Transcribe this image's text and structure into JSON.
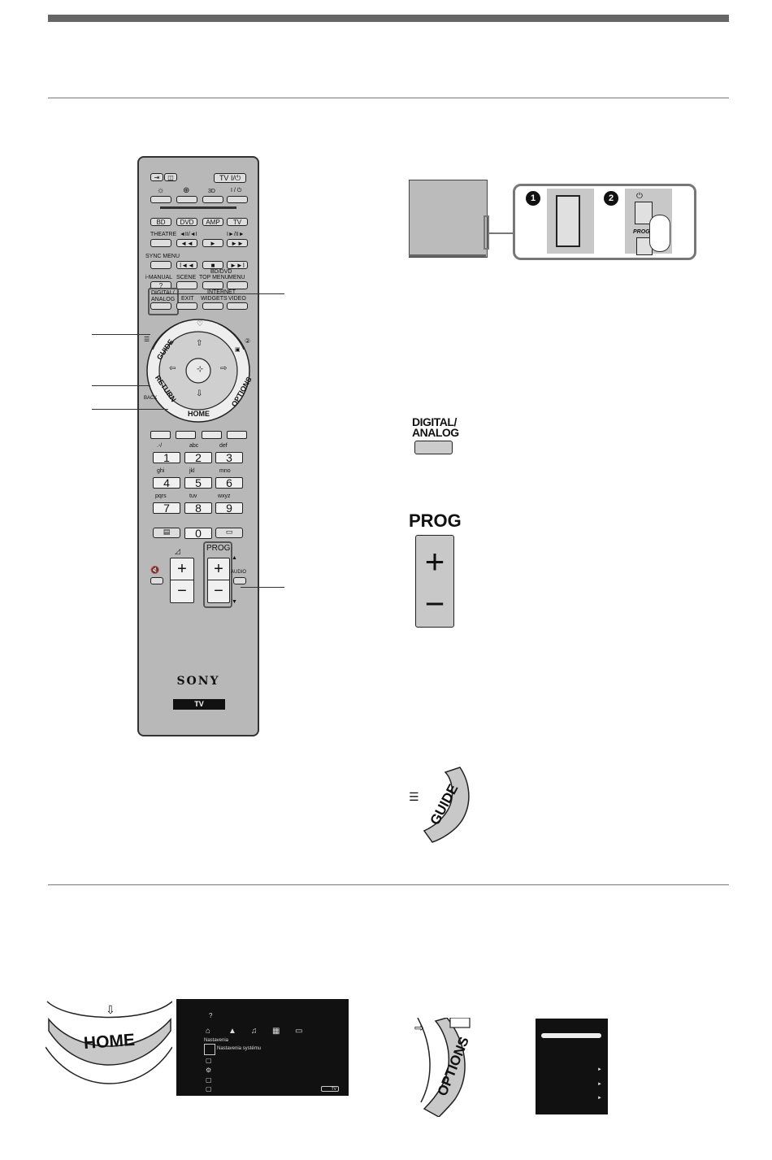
{
  "remote": {
    "top_row": {
      "tv_power": "TV I/⏻"
    },
    "row2": {
      "three_d": "3D",
      "power": "I / ⏻"
    },
    "device_buttons": [
      "BD",
      "DVD",
      "AMP",
      "TV"
    ],
    "theatre": "THEATRE",
    "transport_labels": [
      "◄II/◄I",
      "I►/II►"
    ],
    "transport_buttons": [
      "◄◄",
      "►",
      "►►"
    ],
    "sync_menu": "SYNC MENU",
    "transport_buttons2": [
      "I◄◄",
      "■",
      "►►I"
    ],
    "bd_dvd": "BD/DVD",
    "row_labels": [
      "i-MANUAL",
      "SCENE",
      "TOP MENU",
      "MENU"
    ],
    "i_manual_key": "?",
    "digital_analog": "DIGITAL/\nANALOG",
    "internet": "INTERNET",
    "row_labels2": [
      "EXIT",
      "WIDGETS",
      "VIDEO"
    ],
    "ring": {
      "guide": "GUIDE",
      "options": "OPTIONS",
      "return": "RETURN",
      "home": "HOME",
      "back": "BACK"
    },
    "digits": [
      {
        "letters": ".-/",
        "digit": "1"
      },
      {
        "letters": "abc",
        "digit": "2"
      },
      {
        "letters": "def",
        "digit": "3"
      },
      {
        "letters": "ghi",
        "digit": "4"
      },
      {
        "letters": "jkl",
        "digit": "5"
      },
      {
        "letters": "mno",
        "digit": "6"
      },
      {
        "letters": "pqrs",
        "digit": "7"
      },
      {
        "letters": "tuv",
        "digit": "8"
      },
      {
        "letters": "wxyz",
        "digit": "9"
      }
    ],
    "zero": "0",
    "prog": "PROG",
    "plus": "+",
    "minus": "−",
    "audio": "AUDIO",
    "brand": "SONY",
    "badge": "TV"
  },
  "panel_da": {
    "label": "DIGITAL/\nANALOG"
  },
  "panel_prog": {
    "label": "PROG",
    "plus": "+",
    "minus": "−"
  },
  "panel_guide": {
    "label": "GUIDE"
  },
  "panel_tv": {
    "step1": "1",
    "step2": "2",
    "prog_small": "PROG"
  },
  "home_panel": {
    "label": "HOME"
  },
  "home_screen": {
    "help": "?",
    "category": "Nastavenia",
    "item": "Nastavenia systému",
    "badge": "TV"
  },
  "options_panel": {
    "label": "OPTIONS"
  }
}
